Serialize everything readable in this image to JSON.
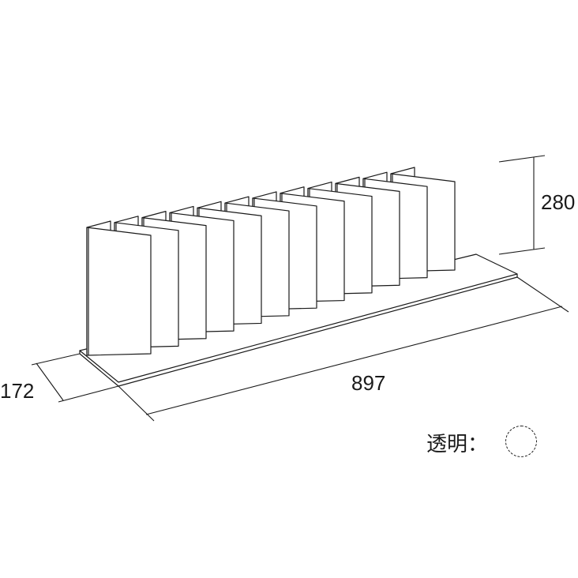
{
  "dimensions": {
    "height": "280",
    "width": "897",
    "depth": "172"
  },
  "legend": {
    "label": "透明：",
    "swatch_icon": "dashed-circle-icon",
    "swatch_meaning": "transparent"
  },
  "product": {
    "divider_count": 12
  }
}
